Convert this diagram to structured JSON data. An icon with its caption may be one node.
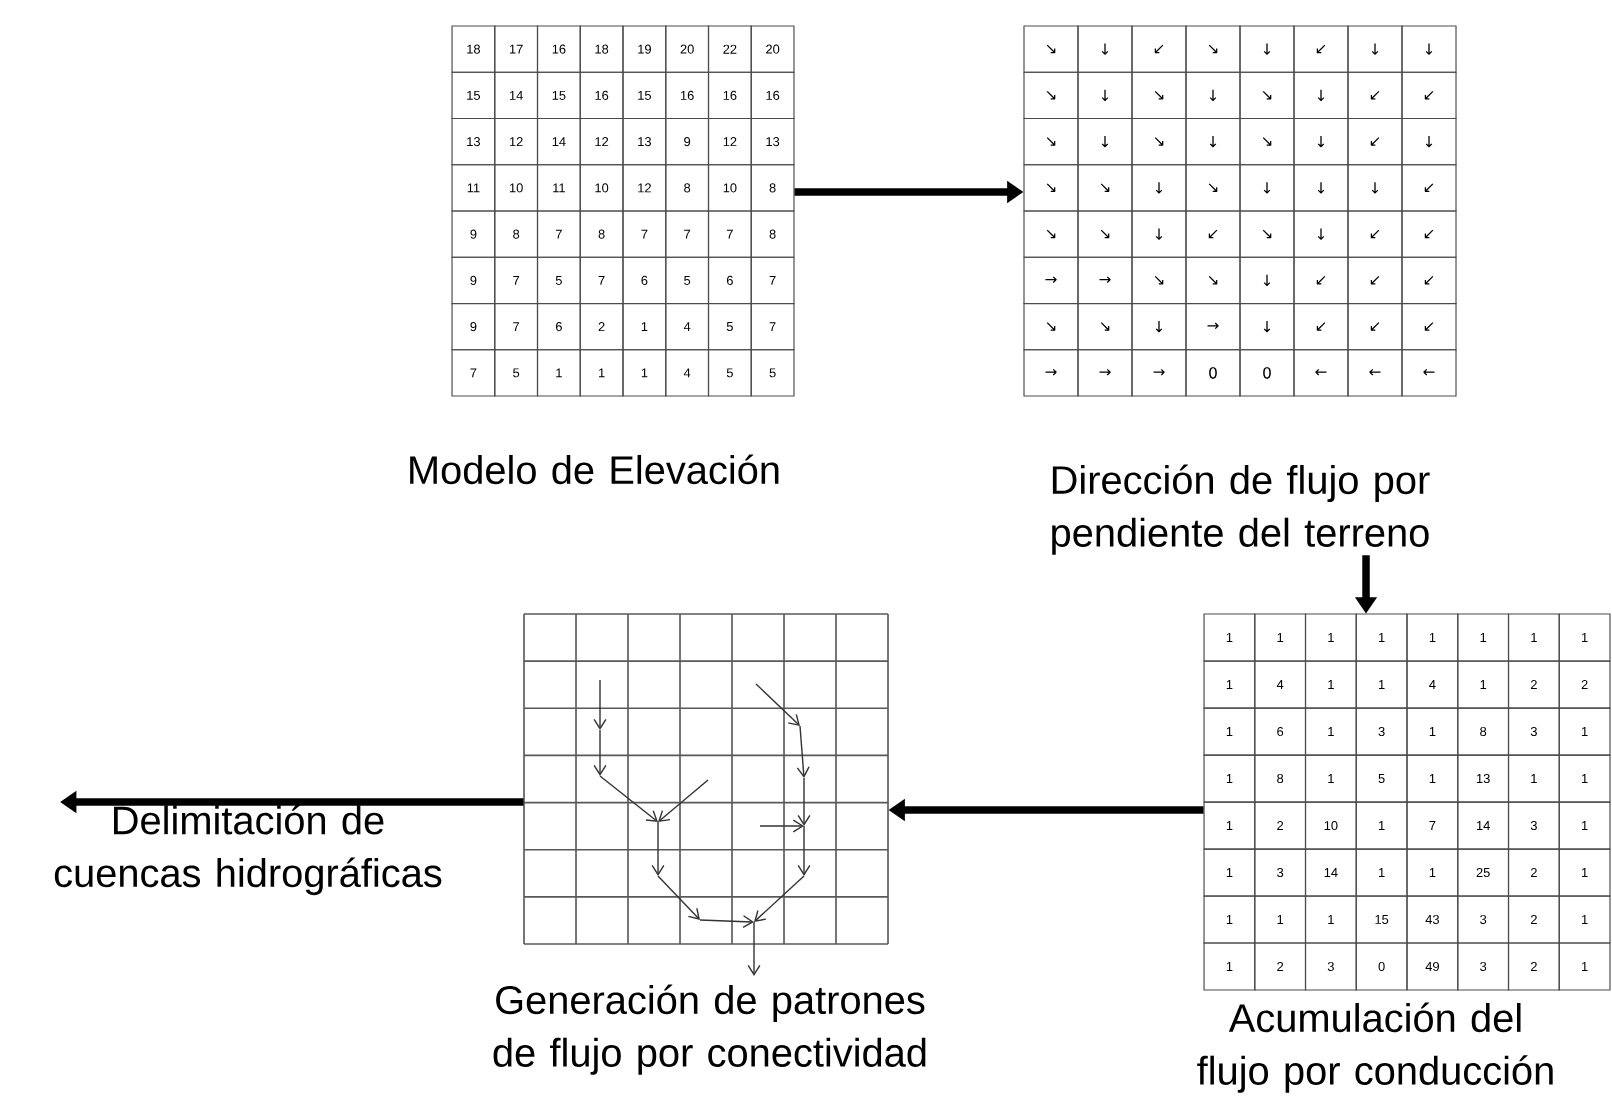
{
  "diagram": {
    "nodes": [
      {
        "text": [
          "18",
          "17",
          "16",
          "18",
          "19",
          "20",
          "22",
          "20",
          "15",
          "14",
          "15",
          "16",
          "15",
          "16",
          "16",
          "16",
          "13",
          "12",
          "14",
          "12",
          "13",
          "9",
          "12",
          "13",
          "11",
          "10",
          "11",
          "10",
          "12",
          "8",
          "10",
          "8",
          "9",
          "8",
          "7",
          "8",
          "7",
          "7",
          "7",
          "8",
          "9",
          "7",
          "5",
          "7",
          "6",
          "5",
          "6",
          "7",
          "9",
          "7",
          "6",
          "2",
          "1",
          "4",
          "5",
          "7",
          "7",
          "5",
          "1",
          "1",
          "1",
          "4",
          "5",
          "5",
          "Modelo de Elevación"
        ]
      },
      {
        "text": [
          "↘",
          "↓",
          "↙",
          "↘",
          "↓",
          "↙",
          "↓",
          "↓",
          "↘",
          "↓",
          "↘",
          "↓",
          "↘",
          "↓",
          "↙",
          "↙",
          "↘",
          "↓",
          "↘",
          "↓",
          "↘",
          "↓",
          "↙",
          "↓",
          "↘",
          "↘",
          "↓",
          "↘",
          "↓",
          "↓",
          "↓",
          "↙",
          "↘",
          "↘",
          "↓",
          "↙",
          "↘",
          "↓",
          "↙",
          "↙",
          "→",
          "→",
          "↘",
          "↘",
          "↓",
          "↙",
          "↙",
          "↙",
          "↘",
          "↘",
          "↓",
          "→",
          "↓",
          "↙",
          "↙",
          "↙",
          "→",
          "→",
          "→",
          "0",
          "0",
          "←",
          "←",
          "←",
          "Dirección de flujo por pendiente del terreno"
        ]
      },
      {
        "text": [
          "1",
          "1",
          "1",
          "1",
          "1",
          "1",
          "1",
          "1",
          "1",
          "4",
          "1",
          "1",
          "4",
          "1",
          "2",
          "2",
          "1",
          "6",
          "1",
          "3",
          "1",
          "8",
          "3",
          "1",
          "1",
          "8",
          "1",
          "5",
          "1",
          "13",
          "1",
          "1",
          "1",
          "2",
          "10",
          "1",
          "7",
          "14",
          "3",
          "1",
          "1",
          "3",
          "14",
          "1",
          "1",
          "25",
          "2",
          "1",
          "1",
          "1",
          "1",
          "15",
          "43",
          "3",
          "2",
          "1",
          "1",
          "2",
          "3",
          "0",
          "49",
          "3",
          "2",
          "1",
          "Acumulación del flujo por conducción"
        ]
      },
      {
        "text": [
          "Generación de patrones de flujo por conectividad"
        ]
      },
      {
        "text": [
          "Delimitación de cuencas hidrográficas"
        ]
      }
    ],
    "edges": [
      {
        "from": 0,
        "to": 1,
        "arrow": "to"
      },
      {
        "from": 1,
        "to": 2,
        "arrow": "to"
      },
      {
        "from": 2,
        "to": 3,
        "arrow": "to"
      },
      {
        "from": 3,
        "to": 4,
        "arrow": "to"
      }
    ]
  }
}
